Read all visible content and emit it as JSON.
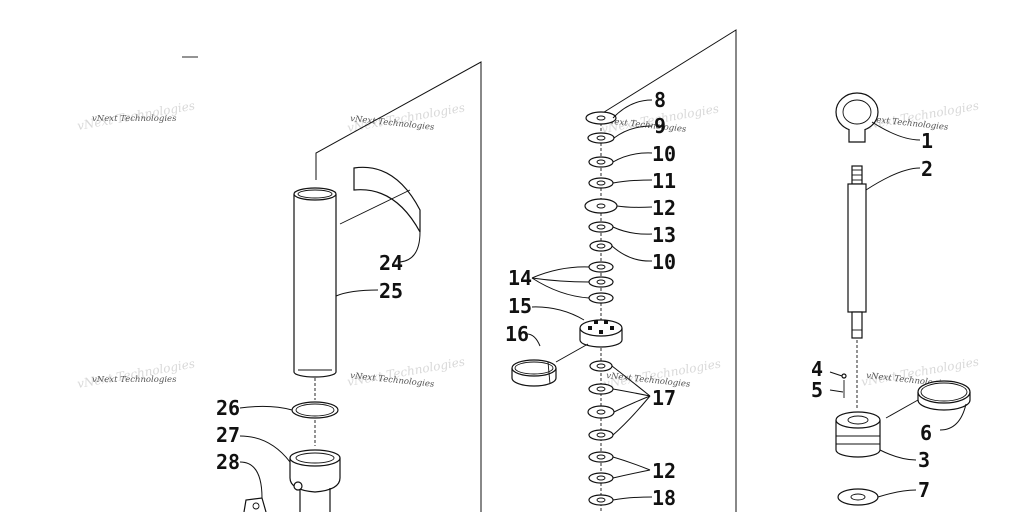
{
  "watermark": {
    "text": "vNext Technologies"
  },
  "callouts": [
    "1",
    "2",
    "3",
    "4",
    "5",
    "6",
    "7",
    "8",
    "9",
    "10",
    "10",
    "11",
    "12",
    "12",
    "13",
    "14",
    "15",
    "16",
    "17",
    "18",
    "24",
    "25",
    "26",
    "27",
    "28"
  ]
}
